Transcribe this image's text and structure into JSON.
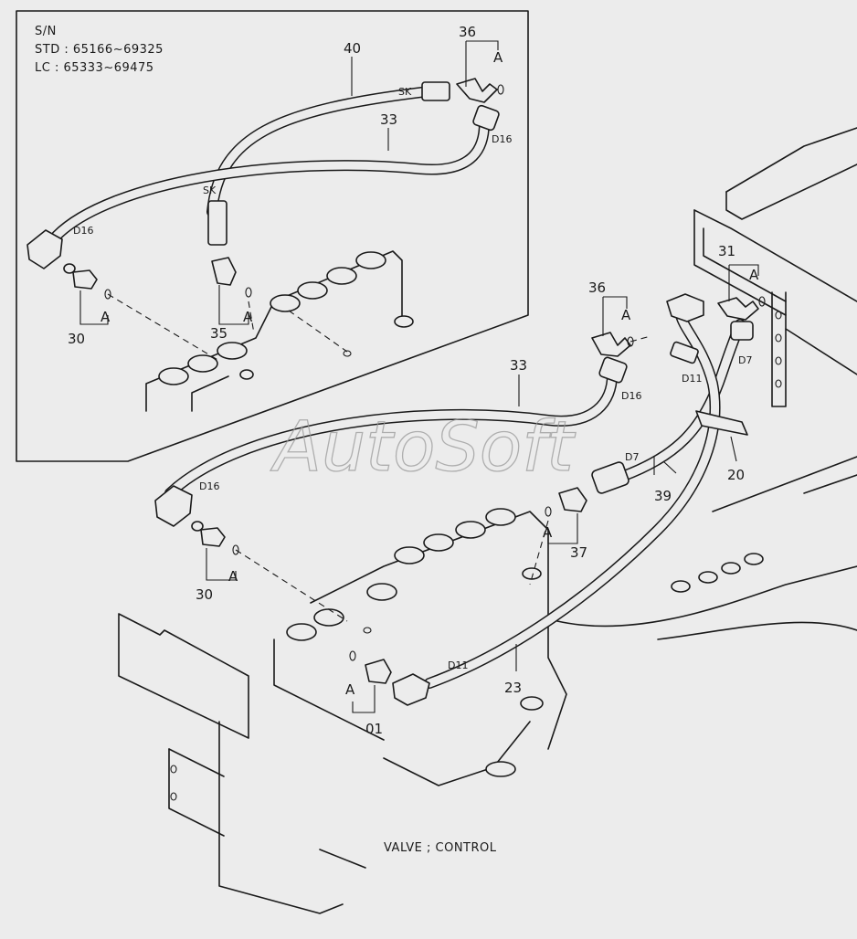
{
  "inset": {
    "serial_label": "S/N",
    "std_line": "STD : 65166~69325",
    "lc_line": "LC   : 65333~69475",
    "labels": {
      "hose_40": "40",
      "hose_33": "33",
      "fitting_36": "36",
      "ref_a_36": "A",
      "hose_end_sk_top": "SK",
      "hose_end_sk_left": "SK",
      "size_d16_right": "D16",
      "size_d16_left": "D16",
      "fitting_30": "30",
      "ref_a_30": "A",
      "fitting_35": "35",
      "ref_a_35": "A"
    }
  },
  "main": {
    "labels": {
      "fitting_31": "31",
      "ref_a_31": "A",
      "fitting_36": "36",
      "ref_a_36": "A",
      "hose_33": "33",
      "size_d16_right": "D16",
      "size_d16_left": "D16",
      "size_d11_top": "D11",
      "size_d7_top": "D7",
      "size_d7_mid": "D7",
      "hose_39": "39",
      "clamp_20": "20",
      "fitting_37": "37",
      "ref_a_37": "A",
      "fitting_30": "30",
      "ref_a_30": "A",
      "size_d11_bottom": "D11",
      "hose_23": "23",
      "ref_a_01": "A",
      "fitting_01": "01"
    },
    "caption": "VALVE ; CONTROL"
  },
  "watermark": "AutoSoft"
}
